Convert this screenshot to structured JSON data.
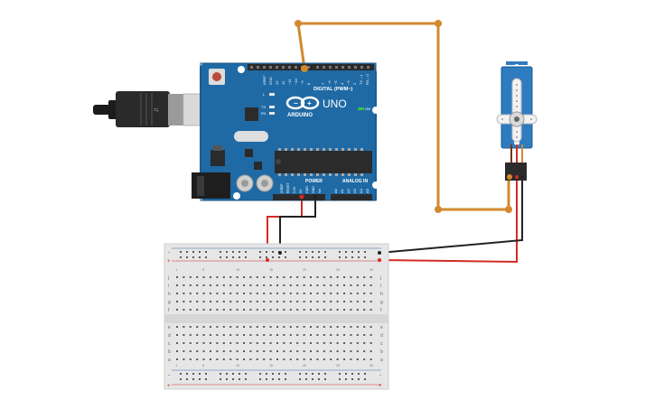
{
  "colors": {
    "board": "#1f6aa5",
    "board_dark": "#17507e",
    "header": "#2b2b2b",
    "wire_orange": "#d3892e",
    "wire_red": "#d52b24",
    "wire_black": "#222222",
    "servo_body": "#2f7bc0",
    "breadboard": "#e6e6e6",
    "rail_red": "#d52b24",
    "rail_blue": "#3a66b5",
    "led_green": "#34c24a"
  },
  "arduino": {
    "logo_text": "ARDUINO",
    "model_label": "UNO",
    "digital_label": "DIGITAL (PWM~)",
    "power_label": "POWER",
    "analog_label": "ANALOG IN",
    "on_label": "ON",
    "tx_label": "TX",
    "rx_label": "RX",
    "l_label": "L",
    "top_pins": [
      "AREF",
      "GND",
      "13",
      "12",
      "~11",
      "~10",
      "~9",
      "8",
      "7",
      "~6",
      "~5",
      "4",
      "~3",
      "2",
      "TX→1",
      "RX←0"
    ],
    "power_pins": [
      "IOREF",
      "RESET",
      "3.3V",
      "5V",
      "GND",
      "GND",
      "Vin"
    ],
    "analog_pins": [
      "A0",
      "A1",
      "A2",
      "A3",
      "A4",
      "A5"
    ]
  },
  "breadboard": {
    "row_letters_top": [
      "j",
      "i",
      "h",
      "g",
      "f"
    ],
    "row_letters_bottom": [
      "e",
      "d",
      "c",
      "b",
      "a"
    ],
    "rail_plus": "+",
    "rail_minus": "-",
    "column_numbers": [
      "1",
      "",
      "",
      "",
      "5",
      "",
      "",
      "",
      "",
      "10",
      "",
      "",
      "",
      "",
      "15",
      "",
      "",
      "",
      "",
      "20",
      "",
      "",
      "",
      "",
      "25",
      "",
      "",
      "",
      "",
      "30"
    ]
  },
  "servo": {
    "icon": "servo-motor-icon"
  }
}
